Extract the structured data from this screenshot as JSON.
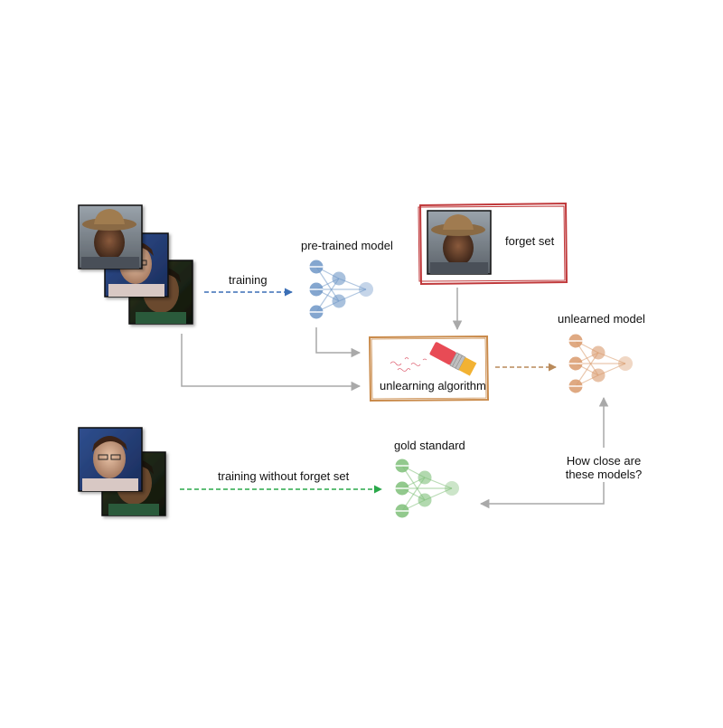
{
  "labels": {
    "training": "training",
    "pretrained_model": "pre-trained model",
    "forget_set": "forget set",
    "unlearned_model": "unlearned model",
    "unlearning_algorithm": "unlearning algorithm",
    "gold_standard": "gold standard",
    "training_without_forget_set": "training without forget set",
    "how_close_line1": "How close are",
    "how_close_line2": "these models?"
  },
  "colors": {
    "pretrained": "#6f97c7",
    "unlearned": "#d99a6c",
    "gold": "#7fbf79",
    "forget_border": "#c0393b",
    "algo_border": "#c98a4a",
    "arrow_gray": "#a9a9a9",
    "arrow_blue": "#3b6fb6",
    "arrow_green": "#2aa84a",
    "arrow_brown": "#b98a5a"
  },
  "icons": {
    "eraser": "pencil-eraser-icon"
  }
}
